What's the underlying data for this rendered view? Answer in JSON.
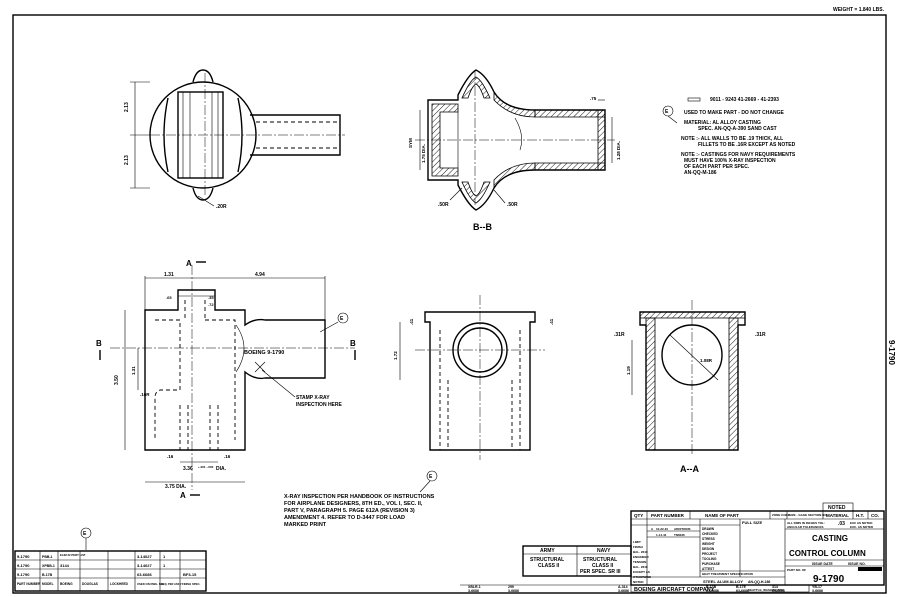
{
  "weight_label": "WEIGHT = 1.840 LBS.",
  "side_number": "9-1790",
  "top_view": {
    "dim_upper": "2.13",
    "dim_lower": "2.13",
    "radius": ".20R"
  },
  "section_bb": {
    "title": "B--B",
    "dim_top": ".75",
    "dim_sym": "SYM",
    "dim_left": "1.75 DIA.",
    "dim_right": "1.28 DIA.",
    "radius_left": ".50R",
    "radius_right": ".50R"
  },
  "front_view": {
    "section_a_top": "A",
    "section_a_bottom": "A",
    "section_b_left": "B",
    "section_b_right": "B",
    "dim_131": "1.31",
    "dim_494": "4.94",
    "dim_65": ".65",
    "dim_35": ".35",
    "dim_72": ".72",
    "dim_131v": "1.31",
    "dim_350": "3.50",
    "dim_16r": ".16R",
    "dim_16a": ".16",
    "dim_16b": ".16",
    "dim_336": "3.36",
    "dim_336_tol": "+.001 -.000",
    "dim_336_suffix": "DIA.",
    "dim_375": "3.75 DIA.",
    "part_mark": "BOEING 9-1790",
    "stamp_note_1": "STAMP X-RAY",
    "stamp_note_2": "INSPECTION HERE",
    "note_e": "E"
  },
  "end_view": {
    "dim_41a": ".41",
    "dim_41b": ".41",
    "dim_172": "1.72"
  },
  "section_aa": {
    "title": "A--A",
    "radius_left": ".31R",
    "radius_right": ".31R",
    "dim_108r": "1.08R",
    "dim_119": "1.19"
  },
  "notes": {
    "e_marker": "E",
    "part_numbers": "9011 - 9243  41-2669 - 41-2393",
    "used_to_make": "USED TO MAKE PART - DO NOT CHANGE",
    "material_1": "MATERIAL: AL ALLOY CASTING",
    "material_2": "SPEC. AN-QQ-A-390 SAND CAST",
    "note_walls_1": "NOTE :- ALL WALLS TO BE .19 THICK, ALL",
    "note_walls_2": "FILLETS TO BE .16R EXCEPT AS NOTED",
    "note_navy_1": "NOTE :- CASTINGS FOR NAVY REQUIREMENTS",
    "note_navy_2": "MUST HAVE 100% X-RAY INSPECTION",
    "note_navy_3": "OF EACH PART PER SPEC.",
    "note_navy_4": "AN-QQ-M-186"
  },
  "xray_note": {
    "e_marker": "E",
    "lines": [
      "X-RAY INSPECTION PER HANDBOOK OF INSTRUCTIONS",
      "FOR AIRPLANE DESIGNERS, 8TH ED., VOL I, SEC. II,",
      "PART V, PARAGRAPH 5. PAGE 612A (REVISION 3)",
      "AMENDMENT 4. REFER TO D-3447 FOR LOAD",
      "MARKED PRINT"
    ]
  },
  "left_table": {
    "e_marker": "E",
    "rows": [
      [
        "9-1790",
        "PBB-1",
        "ELIM 22 PERT LIST",
        "",
        "3-14027",
        "1",
        ""
      ],
      [
        "9-1790",
        "XPBB-1",
        "3144",
        "",
        "3-14027",
        "1",
        ""
      ],
      [
        "9-1790",
        "B-17B",
        "",
        "",
        "63-6686",
        "",
        "BF3-15"
      ]
    ],
    "headers": [
      "PART NUMBER",
      "MODEL",
      "BOEING",
      "DOUGLAS",
      "LOCKHEED",
      "USED ON DWG. NO.",
      "REQ. PER ASS'Y",
      "FINISH SPEC."
    ]
  },
  "army_navy": {
    "army": "ARMY",
    "navy": "NAVY",
    "army_class_1": "STRUCTURAL",
    "army_class_2": "CLASS II",
    "navy_class_1": "STRUCTURAL",
    "navy_class_2": "CLASS II",
    "navy_class_3": "PER SPEC. SR III"
  },
  "title_block": {
    "noted": "NOTED",
    "qty": "QTY",
    "part_number": "PART  NUMBER",
    "name_of_part": "NAME  OF  PART",
    "zone_code": "ZONE CODE",
    "size_gage": "SIZE - GAGE SECTION NO.",
    "material": "MATERIAL",
    "ht": "H.T.",
    "co": "CO.",
    "scale": "FULL SIZE",
    "tol_1": "ALL DIMS IN INCHES TOL:",
    "tol_2": "ANGULAR TOLERANCES",
    "tol_val": ".03",
    "tol_exc_1": "EXC AS NOTED",
    "tol_exc_2": "EXC. AS NOTED",
    "title_1": "CASTING",
    "title_2": "CONTROL  COLUMN",
    "issue_date": "ISSUE DATE",
    "issue_no": "ISSUE NO.",
    "alum_alloy": "ALUM ALLOY",
    "spec": "AN-QQ-H-186",
    "part_no_label": "PART NO. OF",
    "drawing_number": "9-1790",
    "company": "BOEING AIRCRAFT COMPANY",
    "city": "SEATTLE, WASHINGTON",
    "steel": "STEEL",
    "heat_treat": "HEAT TREATMENT SPECIFICATION",
    "rev_rows": [
      [
        "A",
        "10-22-40",
        "ADDITIONS",
        ""
      ],
      [
        "",
        "1-14-44",
        "TN6036",
        ""
      ]
    ],
    "approvals": [
      "DRAWN",
      "CHECKED",
      "STRESS",
      "WEIGHT",
      "DESIGN",
      "PROJECT",
      "TOOLING",
      "PURCHASE",
      "ATTEST"
    ],
    "side_labels": [
      "LIMIT",
      "FINISH",
      "BAL. 2640",
      "ENGINEER",
      "TENSION",
      "BAL. 2640",
      "EXCEPT AS",
      "OTHERWISE",
      "NOTED"
    ]
  },
  "bottom_refs": [
    {
      "model": "XBLR-1",
      "dwg": "3-6686"
    },
    {
      "model": "299",
      "dwg": "3-6686"
    },
    {
      "model": "A-314",
      "dwg": "3-6686"
    },
    {
      "model": "B-17B",
      "dwg": "63-6686"
    },
    {
      "model": "B-17E",
      "dwg": "63-6686"
    },
    {
      "model": "314",
      "dwg": "63-6686"
    },
    {
      "model": "YB-17",
      "dwg": "3-6686"
    }
  ]
}
